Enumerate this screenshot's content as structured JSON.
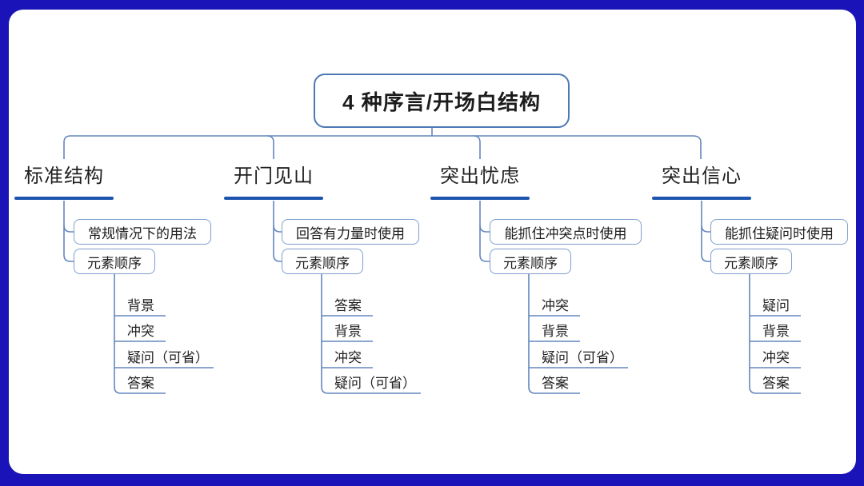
{
  "title": "4 种序言/开场白结构",
  "branches": [
    {
      "label": "标准结构",
      "children": [
        "常规情况下的用法",
        "元素顺序"
      ],
      "leaves": [
        "背景",
        "冲突",
        "疑问（可省）",
        "答案"
      ]
    },
    {
      "label": "开门见山",
      "children": [
        "回答有力量时使用",
        "元素顺序"
      ],
      "leaves": [
        "答案",
        "背景",
        "冲突",
        "疑问（可省）"
      ]
    },
    {
      "label": "突出忧虑",
      "children": [
        "能抓住冲突点时使用",
        "元素顺序"
      ],
      "leaves": [
        "冲突",
        "背景",
        "疑问（可省）",
        "答案"
      ]
    },
    {
      "label": "突出信心",
      "children": [
        "能抓住疑问时使用",
        "元素顺序"
      ],
      "leaves": [
        "疑问",
        "背景",
        "冲突",
        "答案"
      ]
    }
  ],
  "colors": {
    "frame_blue": "#1a14b8",
    "canvas_white": "#ffffff",
    "connector_blue": "#6487be",
    "node_border_blue": "#7e9fcd",
    "title_border_blue": "#4c78b6",
    "branch_bar_blue": "#1d55ae",
    "text_black": "#1c1c1c"
  }
}
